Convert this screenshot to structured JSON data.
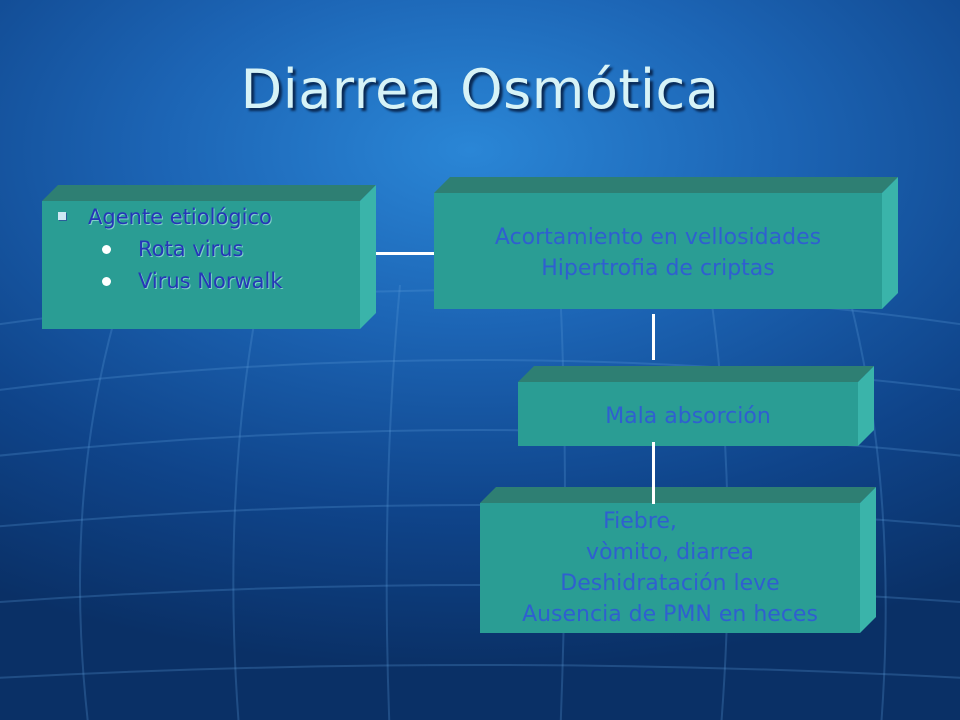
{
  "slide": {
    "title": "Diarrea Osmótica"
  },
  "etiology_box": {
    "heading": "Agente etiológico",
    "items": [
      "Rota virus",
      "Virus Norwalk"
    ]
  },
  "box_villi": {
    "lines": [
      "Acortamiento en  vellosidades",
      "Hipertrofia de criptas"
    ]
  },
  "box_malabsorption": {
    "lines": [
      "Mala absorción"
    ]
  },
  "box_symptoms": {
    "lines": [
      "Fiebre,",
      " vòmito, diarrea",
      "Deshidratación leve",
      "Ausencia de PMN en heces"
    ]
  },
  "colors": {
    "box_front": "#2a9d94",
    "box_top": "#2e7f73",
    "box_side": "#3ab4aa",
    "box_text": "#2f5fd0",
    "title": "#d7f3f7",
    "connector": "#ffffff"
  }
}
